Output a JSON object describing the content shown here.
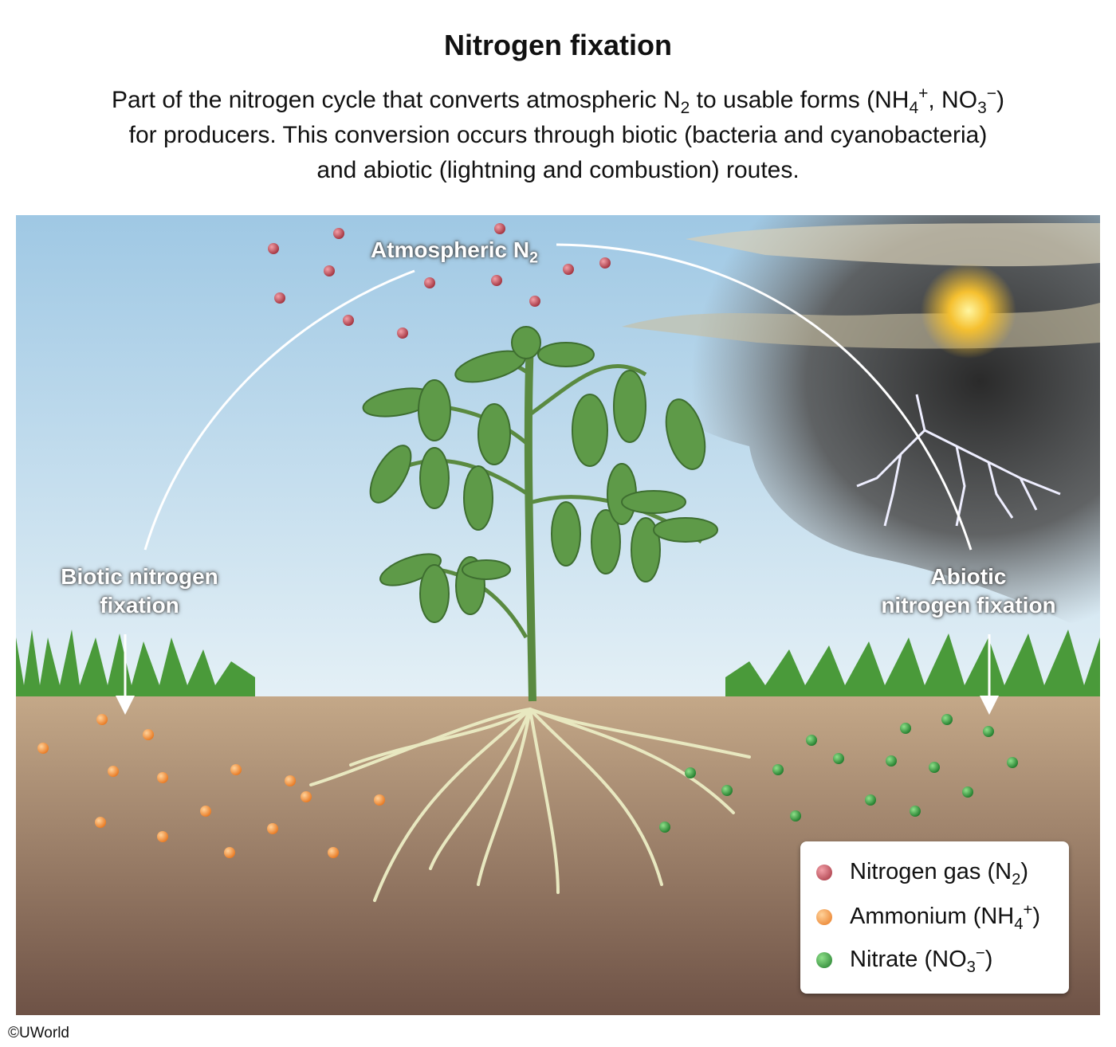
{
  "title": "Nitrogen fixation",
  "description": {
    "line1_pre": "Part of the nitrogen cycle that converts atmospheric N",
    "sub_2": "2",
    "line1_mid": " to usable forms (NH",
    "sub_4": "4",
    "sup_plus": "+",
    "line1_mid2": ", NO",
    "sub_3": "3",
    "sup_minus": "−",
    "line1_end": ")",
    "line2": "for producers. This conversion occurs through biotic (bacteria and cyanobacteria)",
    "line3": "and abiotic (lightning and combustion) routes."
  },
  "labels": {
    "atmospheric": "Atmospheric N",
    "atmospheric_sub": "2",
    "biotic_1": "Biotic nitrogen",
    "biotic_2": "fixation",
    "abiotic_1": "Abiotic",
    "abiotic_2": "nitrogen fixation"
  },
  "legend": {
    "n2": {
      "label": "Nitrogen gas (N",
      "sub": "2",
      "end": ")",
      "color": "#b5404a"
    },
    "nh4": {
      "label": "Ammonium (NH",
      "sub": "4",
      "sup": "+",
      "end": ")",
      "color": "#f08a30"
    },
    "no3": {
      "label": "Nitrate (NO",
      "sub": "3",
      "sup": "−",
      "end": ")",
      "color": "#2e9a3a"
    }
  },
  "copyright": "©UWorld"
}
